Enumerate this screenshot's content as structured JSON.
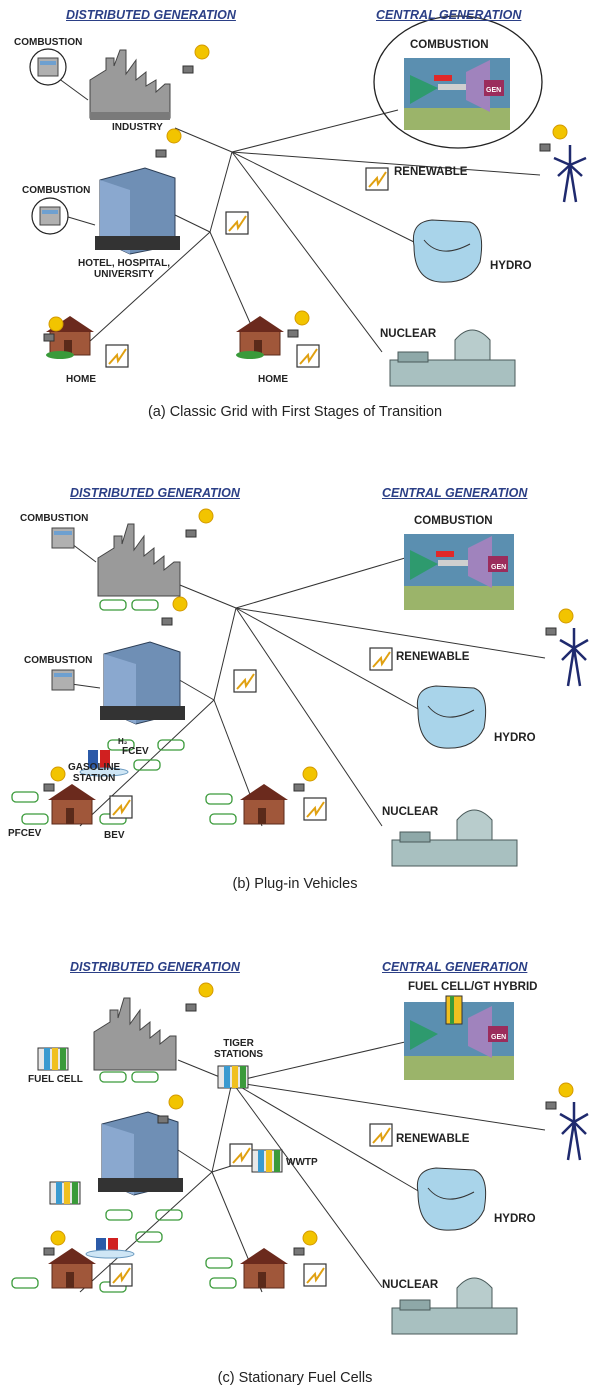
{
  "panel_a": {
    "header_distributed": "DISTRIBUTED GENERATION",
    "header_central": "CENTRAL GENERATION",
    "combustion_small_1": "COMBUSTION",
    "combustion_small_2": "COMBUSTION",
    "combustion_central": "COMBUSTION",
    "industry": "INDUSTRY",
    "hotel": "HOTEL, HOSPITAL,\nUNIVERSITY",
    "home_1": "HOME",
    "home_2": "HOME",
    "renewable": "RENEWABLE",
    "hydro": "HYDRO",
    "nuclear": "NUCLEAR",
    "gen": "GEN",
    "caption": "(a) Classic Grid with First Stages of Transition"
  },
  "panel_b": {
    "header_distributed": "DISTRIBUTED GENERATION",
    "header_central": "CENTRAL GENERATION",
    "combustion_small_1": "COMBUSTION",
    "combustion_small_2": "COMBUSTION",
    "combustion_central": "COMBUSTION",
    "h2": "H₂",
    "fcev": "FCEV",
    "gasoline_station": "GASOLINE\nSTATION",
    "pfcev": "PFCEV",
    "bev": "BEV",
    "renewable": "RENEWABLE",
    "hydro": "HYDRO",
    "nuclear": "NUCLEAR",
    "gen": "GEN",
    "caption": "(b) Plug-in Vehicles"
  },
  "panel_c": {
    "header_distributed": "DISTRIBUTED GENERATION",
    "header_central": "CENTRAL GENERATION",
    "fuel_cell_gt": "FUEL CELL/GT HYBRID",
    "fuel_cell": "FUEL CELL",
    "tiger_stations": "TIGER\nSTATIONS",
    "wwtp": "WWTP",
    "renewable": "RENEWABLE",
    "hydro": "HYDRO",
    "nuclear": "NUCLEAR",
    "gen": "GEN",
    "caption": "(c) Stationary Fuel Cells"
  },
  "colors": {
    "header": "#2b3f86",
    "factory": "#9a9a9a",
    "building": "#6f8fb5",
    "house_wall": "#a0573a",
    "roof": "#6b2a1d",
    "car": "#3a9a3a",
    "turbine": "#1f2a6e",
    "sun": "#f2c400",
    "hydro": "#a9d4ea",
    "nuclear": "#a8c0c0",
    "plant_photo": "#5b8fb0"
  }
}
